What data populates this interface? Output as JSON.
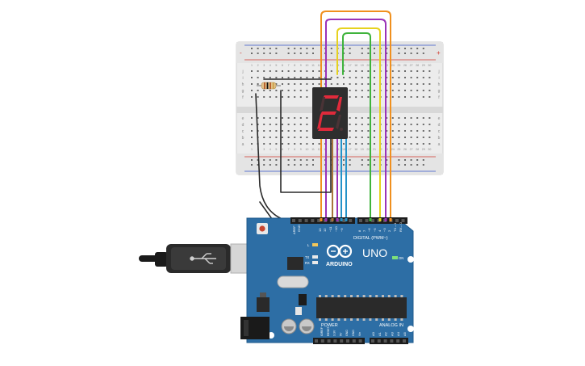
{
  "canvas": {
    "background": "#ffffff"
  },
  "breadboard": {
    "name": "breadboard",
    "rail_plus": "+",
    "rail_minus": "-",
    "columns": [
      "1",
      "2",
      "3",
      "4",
      "5",
      "6",
      "7",
      "8",
      "9",
      "10",
      "11",
      "12",
      "13",
      "14",
      "15",
      "16",
      "17",
      "18",
      "19",
      "20",
      "21",
      "22",
      "23",
      "24",
      "25",
      "26",
      "27",
      "28",
      "29",
      "30"
    ],
    "rows_top": [
      "j",
      "i",
      "h",
      "g",
      "f"
    ],
    "rows_bottom": [
      "e",
      "d",
      "c",
      "b",
      "a"
    ],
    "colors": {
      "body": "#ececec",
      "rail_red": "#d23a2e",
      "rail_blue": "#3455c9",
      "hole": "#6a6a6a"
    }
  },
  "display": {
    "name": "seven-segment-display",
    "digit_shown": "2",
    "segments_on": [
      "a",
      "b",
      "g",
      "e",
      "d"
    ],
    "colors": {
      "body": "#2e2e2e",
      "on": "#e02a3b",
      "off": "#4a3336"
    }
  },
  "resistor": {
    "name": "resistor",
    "bands": [
      "#b85c2a",
      "#111111",
      "#b85c2a",
      "#c9a14a"
    ]
  },
  "arduino": {
    "name": "arduino-uno",
    "brand": "ARDUINO",
    "model": "UNO",
    "reset_label": "RESET",
    "labels": {
      "digital": "DIGITAL (PWM~)",
      "power": "POWER",
      "analog": "ANALOG IN",
      "l": "L",
      "tx": "TX",
      "rx": "RX",
      "on": "ON",
      "gnd": "GND",
      "aref": "AREF"
    },
    "digital_pins": [
      "13",
      "12",
      "~11",
      "~10",
      "~9",
      "8",
      "7",
      "~6",
      "~5",
      "4",
      "~3",
      "2",
      "TX→1",
      "RX←0"
    ],
    "power_pins": [
      "IOREF",
      "RESET",
      "3.3V",
      "5V",
      "GND",
      "GND",
      "Vin"
    ],
    "analog_pins": [
      "A0",
      "A1",
      "A2",
      "A3",
      "A4",
      "A5"
    ],
    "colors": {
      "board": "#2d6ea5",
      "header": "#1c1c1c",
      "chip": "#2a2a2a"
    }
  },
  "usb_cable": {
    "name": "usb-cable"
  },
  "wires": [
    {
      "name": "wire-orange",
      "color": "#f0901e"
    },
    {
      "name": "wire-purple",
      "color": "#9b32b8"
    },
    {
      "name": "wire-yellow",
      "color": "#e6d21f"
    },
    {
      "name": "wire-green",
      "color": "#3fb33c"
    },
    {
      "name": "wire-blue",
      "color": "#2493c9"
    },
    {
      "name": "wire-brown",
      "color": "#a8743c"
    },
    {
      "name": "wire-black",
      "color": "#2a2a2a"
    }
  ]
}
